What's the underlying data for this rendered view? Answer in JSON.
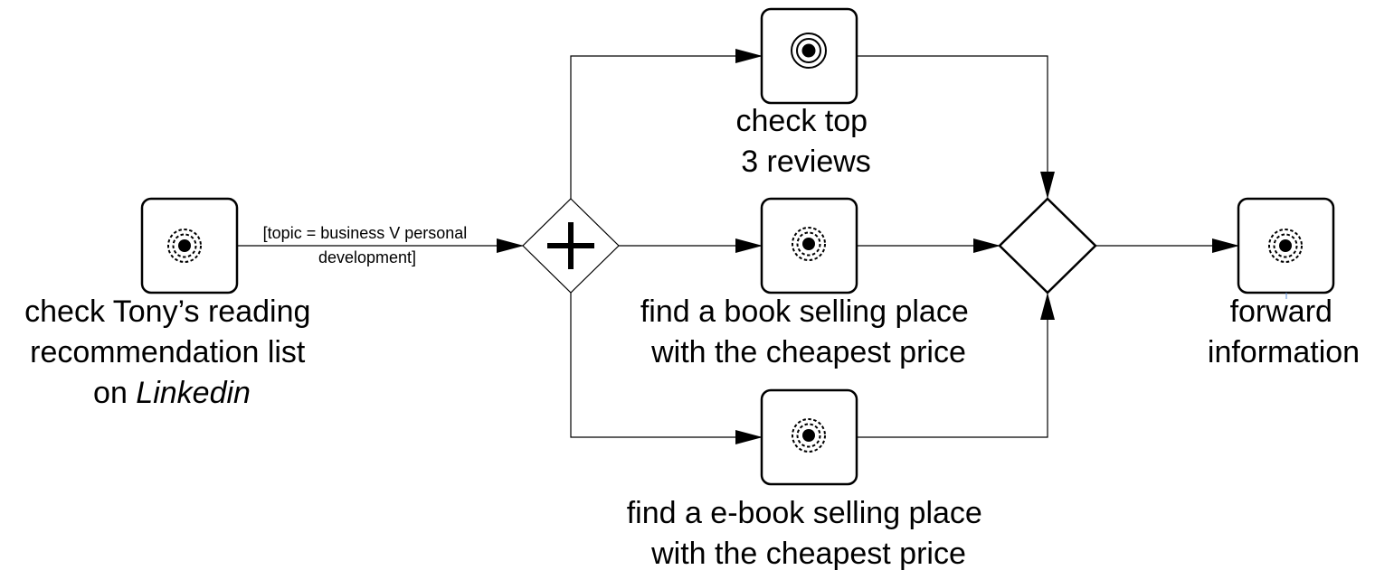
{
  "diagram": {
    "tasks": {
      "check_list": {
        "line1": "check Tony’s reading",
        "line2": "recommendation list",
        "line3_prefix": "on ",
        "line3_italic": "Linkedin",
        "icon": "concentric-dashed-circle-icon"
      },
      "check_reviews": {
        "line1": "check top",
        "line2": "3 reviews",
        "icon": "concentric-solid-circle-icon"
      },
      "find_book": {
        "line1": "find a book selling place",
        "line2": "with  the cheapest price",
        "icon": "concentric-dashed-circle-icon"
      },
      "find_ebook": {
        "line1": "find a e-book selling place",
        "line2": "with  the cheapest price",
        "icon": "concentric-dashed-circle-icon"
      },
      "forward": {
        "line1": "forward",
        "line2": "information",
        "icon": "concentric-dashed-circle-icon"
      }
    },
    "condition": {
      "line1": "[topic = business V personal",
      "line2": "development]"
    },
    "gateways": {
      "split": "parallel-gateway",
      "join": "exclusive-gateway"
    }
  }
}
